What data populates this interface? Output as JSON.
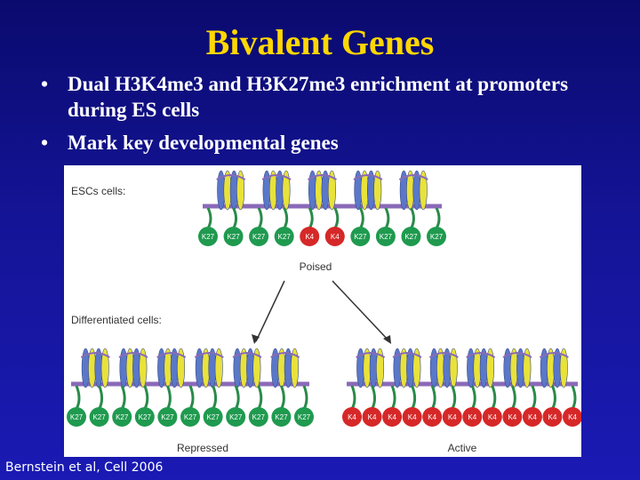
{
  "slide": {
    "title": "Bivalent Genes",
    "bullets": [
      "Dual H3K4me3 and H3K27me3 enrichment at promoters during ES cells",
      "Mark key developmental genes"
    ],
    "bullet_glyph": "•",
    "citation": "Bernstein et al, Cell 2006"
  },
  "figure": {
    "labels": {
      "escs": "ESCs cells:",
      "poised": "Poised",
      "differentiated": "Differentiated cells:",
      "repressed": "Repressed",
      "active": "Active"
    },
    "colors": {
      "k27": "#1f9a4f",
      "k4": "#d62828",
      "histone_blue": "#5a78c8",
      "histone_yellow": "#e8e23a",
      "dna": "#8a6ab8",
      "tail": "#2a8a4a"
    },
    "escs_marks": [
      "K27",
      "K27",
      "K27",
      "K27",
      "K4",
      "K4",
      "K27",
      "K27",
      "K27",
      "K27"
    ],
    "repressed_marks": [
      "K27",
      "K27",
      "K27",
      "K27",
      "K27",
      "K27",
      "K27",
      "K27",
      "K27",
      "K27",
      "K27"
    ],
    "active_marks": [
      "K4",
      "K4",
      "K4",
      "K4",
      "K4",
      "K4",
      "K4",
      "K4",
      "K4",
      "K4",
      "K4",
      "K4"
    ]
  }
}
